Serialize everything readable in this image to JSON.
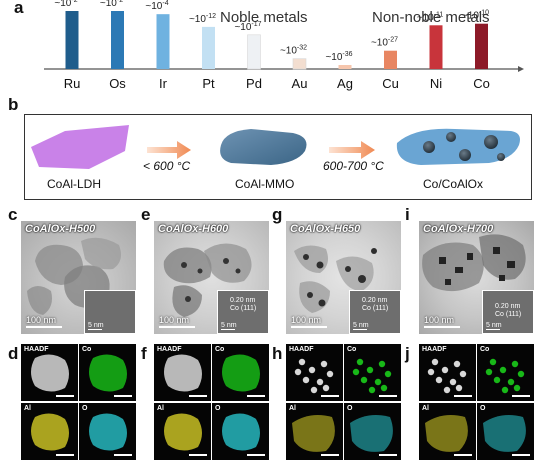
{
  "panels": {
    "a": {
      "label": "a",
      "noble_title": "Noble metals",
      "nonnoble_title": "Non-noble metals"
    },
    "b": {
      "label": "b",
      "steps": [
        "CoAl-LDH",
        "CoAl-MMO",
        "Co/CoAlOx"
      ],
      "conditions": [
        "< 600 °C",
        "600-700 °C"
      ],
      "colors": {
        "ldh": "#c982e8",
        "mmo": "#4b7396",
        "support": "#6aa5d3",
        "arrow": "#f08a53"
      }
    },
    "tem": [
      {
        "label": "c",
        "title": "CoAlOx-H500",
        "scale": "100 nm",
        "inset_scale": "5 nm",
        "inset_lines": []
      },
      {
        "label": "e",
        "title": "CoAlOx-H600",
        "scale": "100 nm",
        "inset_scale": "5 nm",
        "inset_lines": [
          "0.20 nm",
          "Co (111)"
        ]
      },
      {
        "label": "g",
        "title": "CoAlOx-H650",
        "scale": "100 nm",
        "inset_scale": "5 nm",
        "inset_lines": [
          "0.20 nm",
          "Co (111)"
        ]
      },
      {
        "label": "i",
        "title": "CoAlOx-H700",
        "scale": "100 nm",
        "inset_scale": "5 nm",
        "inset_lines": [
          "0.20 nm",
          "Co (111)"
        ]
      }
    ],
    "eds": [
      {
        "label": "d",
        "maps": [
          "HAADF",
          "Co",
          "Al",
          "O"
        ]
      },
      {
        "label": "f",
        "maps": [
          "HAADF",
          "Co",
          "Al",
          "O"
        ]
      },
      {
        "label": "h",
        "maps": [
          "HAADF",
          "Co",
          "Al",
          "O"
        ]
      },
      {
        "label": "j",
        "maps": [
          "HAADF",
          "Co",
          "Al",
          "O"
        ]
      }
    ],
    "eds_colors": {
      "HAADF": "#d8d8d8",
      "Co": "#18b818",
      "Al": "#c8c025",
      "O": "#27b7be"
    }
  },
  "chart_data": {
    "type": "bar",
    "categories": [
      "Ru",
      "Os",
      "Ir",
      "Pt",
      "Pd",
      "Au",
      "Ag",
      "Cu",
      "Ni",
      "Co"
    ],
    "values": [
      -2,
      -2,
      -4,
      -12,
      -17,
      -32,
      -36,
      -27,
      -11,
      -10
    ],
    "value_labels": [
      "~10-2",
      "~10-2",
      "~10-4",
      "~10-12",
      "~10-17",
      "~10-32",
      "~10-36",
      "~10-27",
      "~10-11",
      "~10-10"
    ],
    "colors": [
      "#1f5d8c",
      "#2c79b5",
      "#6fb2e0",
      "#c2e0f3",
      "#eef1f4",
      "#f3ded0",
      "#f6c6ad",
      "#e88662",
      "#c8343b",
      "#8d1a28"
    ],
    "groups": [
      {
        "name": "Noble metals",
        "categories": [
          "Ru",
          "Os",
          "Ir",
          "Pt",
          "Pd",
          "Au",
          "Ag"
        ]
      },
      {
        "name": "Non-noble metals",
        "categories": [
          "Cu",
          "Ni",
          "Co"
        ]
      }
    ],
    "ylim": [
      -36,
      -2
    ]
  }
}
